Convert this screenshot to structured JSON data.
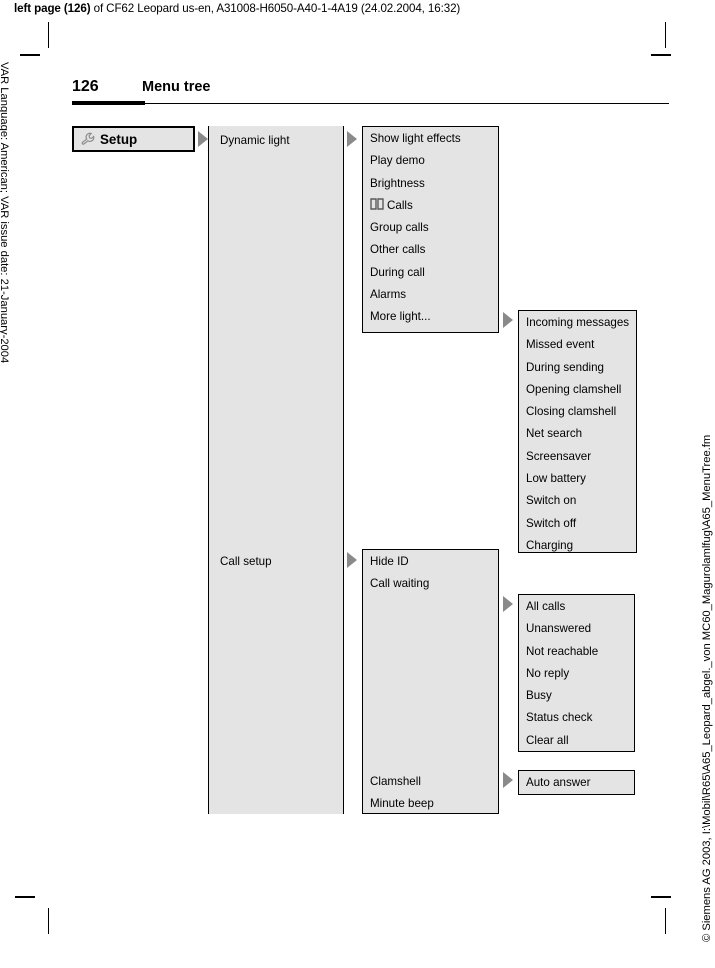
{
  "print_header": {
    "bold_part": "left page (126)",
    "rest": " of CF62 Leopard us-en, A31008-H6050-A40-1-4A19 (24.02.2004, 16:32)"
  },
  "margin_notes": {
    "left": "VAR Language: American; VAR issue date: 21-January-2004",
    "right": "© Siemens AG 2003, I:\\Mobil\\R65\\A65_Leopard_abgel._von MC60_Magurolamlfug\\A65_MenuTree.fm"
  },
  "page_head": {
    "page_number": "126",
    "title": "Menu tree"
  },
  "menu_tree": {
    "root": {
      "label": "Setup",
      "icon": "wrench-icon"
    },
    "column2": [
      {
        "label": "Dynamic light"
      },
      {
        "label": "Call setup"
      }
    ],
    "column3_dynamic_light": [
      {
        "label": "Show light effects"
      },
      {
        "label": "Play demo"
      },
      {
        "label": "Brightness"
      },
      {
        "label": "Calls",
        "icon": "phonebook-icon"
      },
      {
        "label": "Group calls"
      },
      {
        "label": "Other calls"
      },
      {
        "label": "During call"
      },
      {
        "label": "Alarms"
      },
      {
        "label": "More light..."
      }
    ],
    "column4_more_light": [
      {
        "label": "Incoming messages"
      },
      {
        "label": "Missed event"
      },
      {
        "label": "During sending"
      },
      {
        "label": "Opening clamshell"
      },
      {
        "label": "Closing clamshell"
      },
      {
        "label": "Net search"
      },
      {
        "label": "Screensaver"
      },
      {
        "label": "Low battery"
      },
      {
        "label": "Switch on"
      },
      {
        "label": "Switch off"
      },
      {
        "label": "Charging"
      }
    ],
    "column3_call_setup": [
      {
        "label": "Hide ID"
      },
      {
        "label": "Call waiting"
      },
      {
        "label": "Clamshell"
      },
      {
        "label": "Minute beep"
      }
    ],
    "column4_divert": [
      {
        "label": "All calls"
      },
      {
        "label": "Unanswered"
      },
      {
        "label": "Not reachable"
      },
      {
        "label": "No reply"
      },
      {
        "label": "Busy"
      },
      {
        "label": "Status check"
      },
      {
        "label": "Clear all"
      }
    ],
    "column4_clamshell": [
      {
        "label": "Auto answer"
      }
    ]
  },
  "colors": {
    "box_fill": "#e4e4e4",
    "box_border": "#000000",
    "arrow": "#8a8a8a",
    "text": "#000000"
  }
}
